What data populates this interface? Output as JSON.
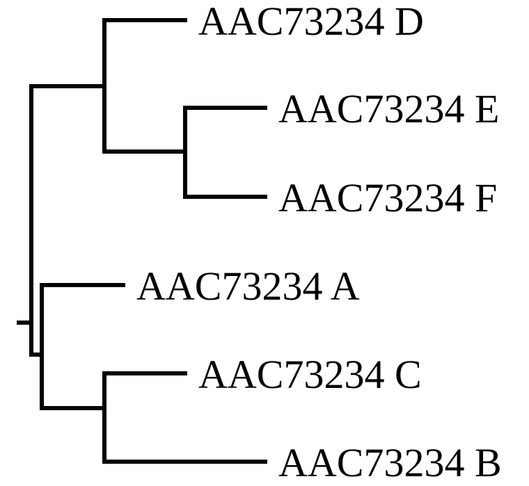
{
  "tree": {
    "leaves": {
      "d": "AAC73234 D",
      "e": "AAC73234 E",
      "f": "AAC73234 F",
      "a": "AAC73234 A",
      "c": "AAC73234 C",
      "b": "AAC73234 B"
    },
    "line_color": "#000000",
    "background": "#ffffff"
  }
}
